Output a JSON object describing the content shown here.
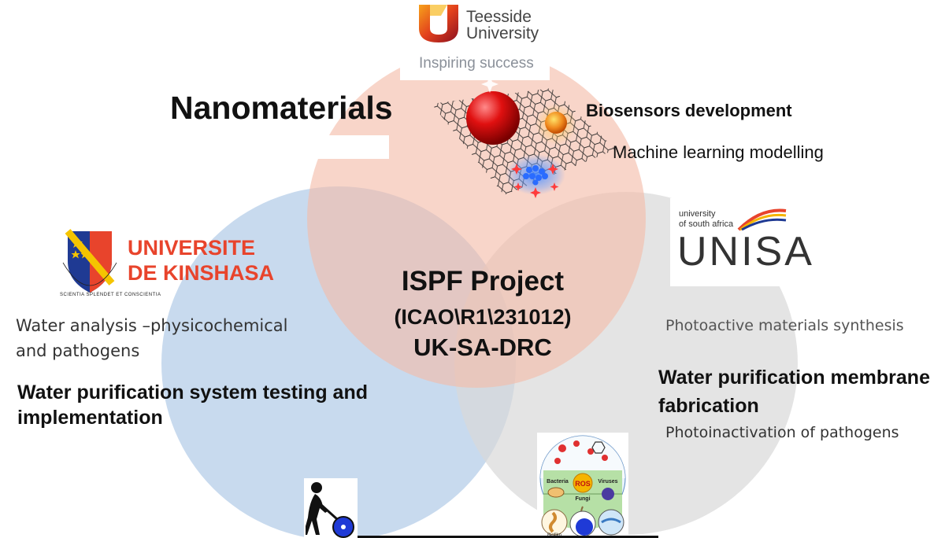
{
  "title": "Nanomaterials",
  "center": {
    "line1": "ISPF Project",
    "line2": "(ICAO\\R1\\231012)",
    "line3": "UK-SA-DRC"
  },
  "teesside": {
    "name_line1": "Teesside",
    "name_line2": "University",
    "tagline": "Inspiring success",
    "items": [
      "Biosensors development",
      "Machine learning modelling"
    ]
  },
  "kinshasa": {
    "name_line1": "UNIVERSITE",
    "name_line2": "DE KINSHASA",
    "motto": "SCIENTIA SPLENDET ET CONSCIENTIA",
    "items": [
      "Water analysis –physicochemical",
      "and pathogens",
      "Water purification system testing and",
      "implementation"
    ]
  },
  "unisa": {
    "small_line1": "university",
    "small_line2": "of south africa",
    "name": "UNISA",
    "items": [
      "Photoactive materials synthesis",
      "Water purification membrane",
      "fabrication",
      "Photoinactivation of pathogens"
    ]
  },
  "ros_figure": {
    "labels": [
      "Bacteria",
      "ROS",
      "Viruses",
      "Fungi",
      "Biofilm"
    ]
  },
  "colors": {
    "pink_circle": "#f6c6b6",
    "blue_circle": "#b8cfe9",
    "grey_circle": "#dcdcdc",
    "kinshasa_red": "#e8442c",
    "kinshasa_blue": "#1f3a93",
    "unisa_dark": "#333333",
    "teesside_orange": "#f08a1e"
  }
}
